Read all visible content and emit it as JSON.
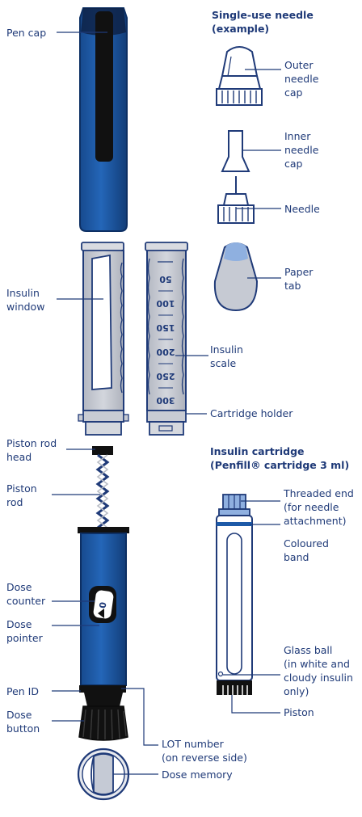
{
  "labels": {
    "pen_cap": "Pen cap",
    "needle_header": "Single-use needle\n(example)",
    "outer_needle_cap": "Outer\nneedle\ncap",
    "inner_needle_cap": "Inner\nneedle\ncap",
    "needle": "Needle",
    "paper_tab": "Paper\ntab",
    "insulin_window": "Insulin\nwindow",
    "insulin_scale": "Insulin\nscale",
    "cartridge_holder": "Cartridge holder",
    "piston_rod_head": "Piston rod\nhead",
    "cartridge_header": "Insulin cartridge\n(Penfill® cartridge 3 ml)",
    "piston_rod": "Piston\nrod",
    "threaded_end": "Threaded end\n(for needle\nattachment)",
    "coloured_band": "Coloured\nband",
    "dose_counter": "Dose\ncounter",
    "dose_pointer": "Dose\npointer",
    "glass_ball": "Glass ball\n(in white and\ncloudy insulin\nonly)",
    "piston": "Piston",
    "pen_id": "Pen ID",
    "dose_button": "Dose\nbutton",
    "lot_number": "LOT number\n(on reverse side)",
    "dose_memory": "Dose memory"
  },
  "scale_marks": [
    "50",
    "100",
    "150",
    "200",
    "250",
    "300"
  ],
  "dose_counter_digit": "0",
  "colors": {
    "pen_blue": "#1d5aa8",
    "dark_blue": "#1f3a78",
    "grey": "#c4c7cf",
    "light_grey": "#e3e5ea",
    "black": "#111111",
    "cartridge_band": "#1d5aa8"
  }
}
